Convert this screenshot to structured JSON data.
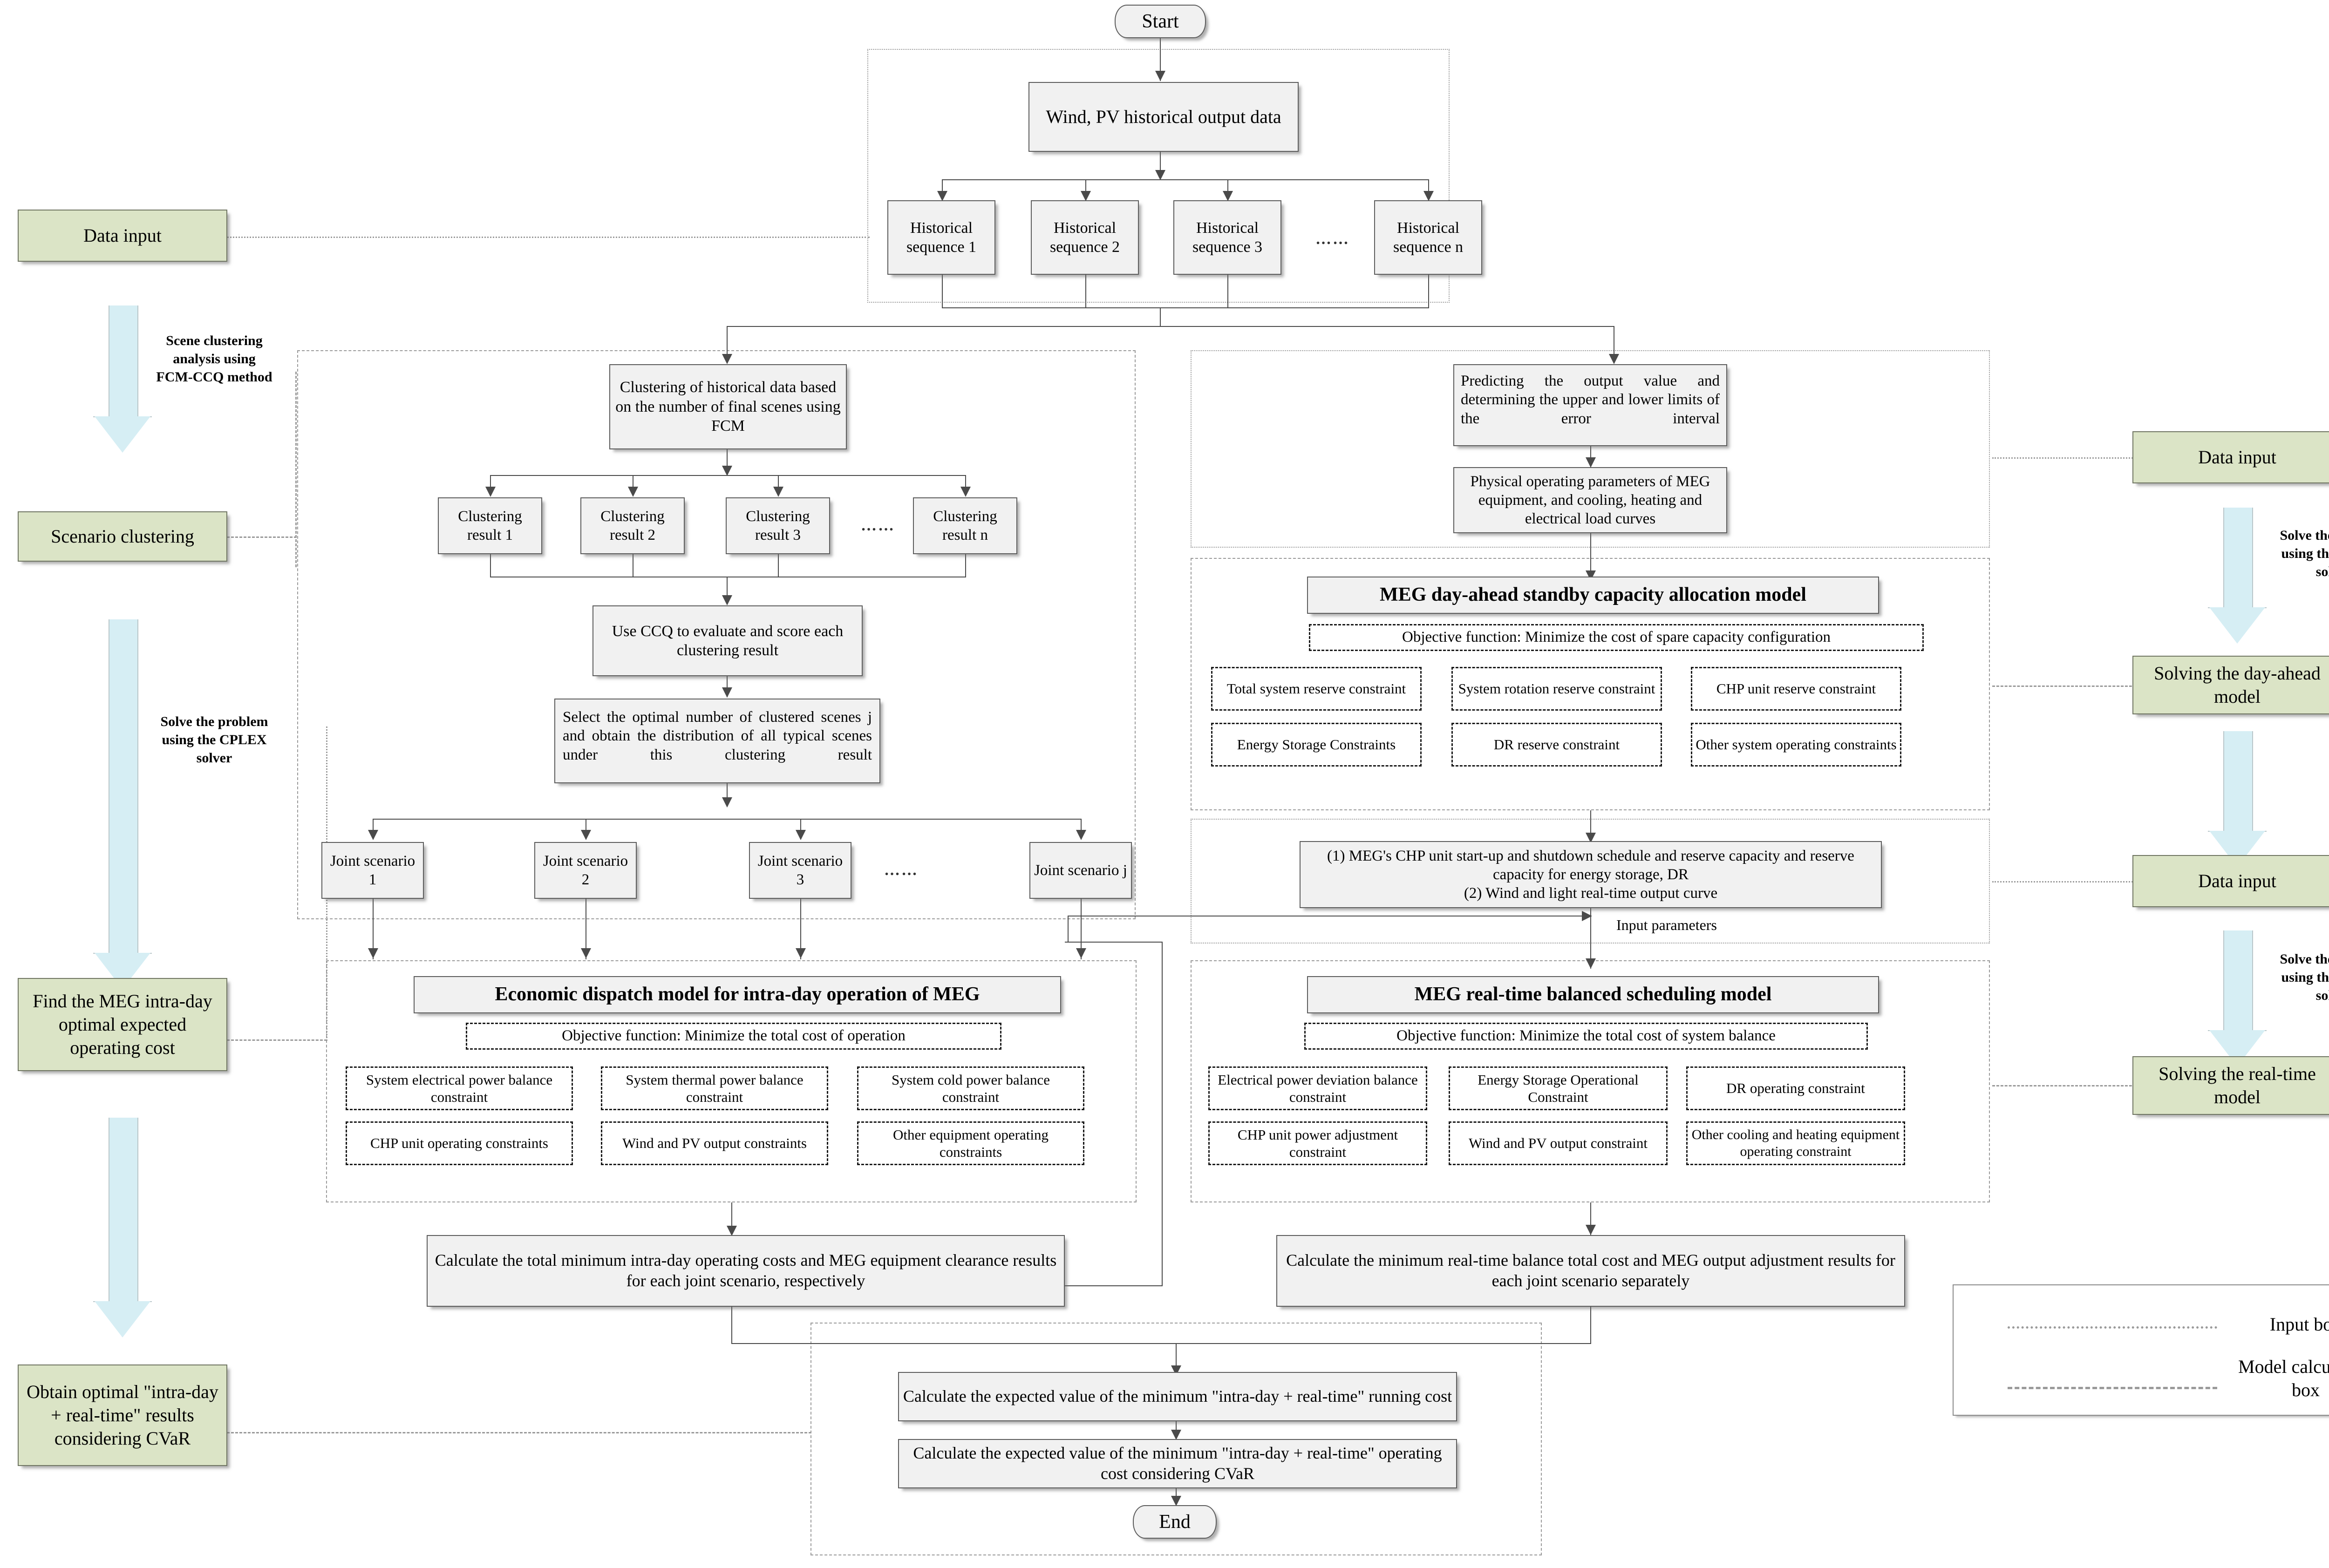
{
  "colors": {
    "green_box": "#dbe4c6",
    "blue_arrow": "#d6eef4",
    "process_box": "#f1f1f1",
    "border": "#5c5c5c",
    "container_line": "#9a9a9a"
  },
  "flow": {
    "start": "Start",
    "end": "End",
    "wind_pv": "Wind, PV historical output data",
    "historical_sequences": [
      "Historical sequence 1",
      "Historical sequence 2",
      "Historical sequence 3",
      "Historical sequence n"
    ],
    "ellipsis": "……",
    "clustering_fcm": "Clustering of historical data based on the number of final scenes using FCM",
    "clustering_results": [
      "Clustering result 1",
      "Clustering result 2",
      "Clustering result 3",
      "Clustering result n"
    ],
    "ccq_score": "Use CCQ to evaluate and score each clustering result",
    "select_optimal": "Select the optimal number of clustered scenes j and obtain the distribution of all typical scenes under this clustering result",
    "joint_scenarios": [
      "Joint scenario 1",
      "Joint scenario 2",
      "Joint scenario 3",
      "Joint scenario j"
    ],
    "predicting": "Predicting the output value and determining the upper and lower limits of the error interval",
    "physical_params": "Physical operating parameters of MEG equipment, and cooling, heating and electrical load curves",
    "day_ahead_inputs": "(1) MEG's CHP unit start-up and shutdown schedule and reserve capacity and reserve capacity for energy storage, DR\n(2) Wind and light real-time output curve",
    "input_parameters_label": "Input parameters",
    "calc_intraday": "Calculate the total minimum intra-day operating costs and MEG equipment clearance results for each joint scenario, respectively",
    "calc_realtime": "Calculate the minimum real-time balance total cost and MEG output adjustment results for each joint scenario separately",
    "calc_expected": "Calculate the expected value of the minimum \"intra-day + real-time\" running cost",
    "calc_expected_cvar": "Calculate the expected value of the minimum \"intra-day + real-time\" operating cost considering CVaR"
  },
  "models": {
    "day_ahead": {
      "title": "MEG day-ahead standby capacity allocation model",
      "objective": "Objective function: Minimize the cost of spare capacity configuration",
      "constraints": [
        "Total system reserve constraint",
        "System rotation reserve constraint",
        "CHP unit reserve constraint",
        "Energy Storage Constraints",
        "DR reserve constraint",
        "Other system operating constraints"
      ]
    },
    "intraday": {
      "title": "Economic dispatch model for intra-day operation of MEG",
      "objective": "Objective function: Minimize the total cost of operation",
      "constraints": [
        "System electrical power balance constraint",
        "System thermal power balance constraint",
        "System cold power balance constraint",
        "CHP unit operating constraints",
        "Wind and PV output constraints",
        "Other equipment operating constraints"
      ]
    },
    "realtime": {
      "title": "MEG real-time balanced scheduling model",
      "objective": "Objective function: Minimize the total cost of system balance",
      "constraints": [
        "Electrical power deviation balance constraint",
        "Energy Storage Operational Constraint",
        "DR operating constraint",
        "CHP unit power adjustment constraint",
        "Wind and PV output constraint",
        "Other cooling and heating equipment operating constraint"
      ]
    }
  },
  "left_rail": {
    "steps": [
      "Data input",
      "Scenario clustering",
      "Find the MEG intra-day optimal expected operating cost",
      "Obtain optimal \"intra-day + real-time\" results considering CVaR"
    ],
    "notes": [
      "Scene clustering analysis using FCM-CCQ method",
      "Solve the problem using the CPLEX solver"
    ]
  },
  "right_rail": {
    "steps": [
      "Data input",
      "Solving the day-ahead model",
      "Data input",
      "Solving the real-time model"
    ],
    "notes": [
      "Solve the problem using the CPLEX solver",
      "Solve the problem using the CPLEX solver"
    ]
  },
  "legend": {
    "items": [
      {
        "style": "dotted",
        "label": "Input box"
      },
      {
        "style": "dashed",
        "label": "Model calculation box"
      }
    ]
  }
}
